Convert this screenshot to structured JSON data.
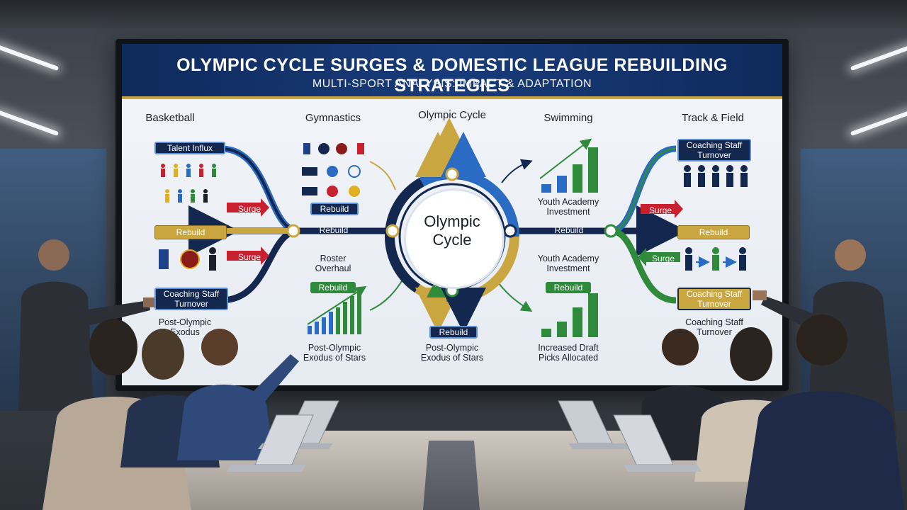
{
  "presentation": {
    "title": "OLYMPIC CYCLE SURGES & DOMESTIC LEAGUE REBUILDING STRATEGIES",
    "subtitle": "MULTI-SPORT ANALYSIS: IMPACT & ADAPTATION",
    "columns": {
      "basketball": "Basketball",
      "gymnastics": "Gymnastics",
      "olympic_cycle": "Olympic Cycle",
      "swimming": "Swimming",
      "track_field": "Track & Field"
    },
    "center_label": "Olympic\nCycle",
    "basketball": {
      "talent_influx": "Talent Influx",
      "surge": "Surge",
      "rebuild": "Rebuild",
      "coaching_turnover": "Coaching Staff\nTurnover",
      "post_olympic": "Post-Olympic\nExodus"
    },
    "gymnastics": {
      "rebuild_top": "Rebuild",
      "rebuild_mid": "Rebuild",
      "roster_overhaul": "Roster\nOverhaul",
      "rebuild_low": "Rebuild",
      "post_olympic": "Post-Olympic\nExodus of Stars"
    },
    "center": {
      "rebuild": "Rebuild",
      "post_olympic": "Post-Olympic\nExodus of Stars"
    },
    "swimming": {
      "youth_academy_top": "Youth Academy\nInvestment",
      "rebuild_mid": "Rebuild",
      "youth_academy_mid": "Youth Academy\nInvestment",
      "rebuild_low": "Rebuild",
      "draft_picks": "Increased Draft\nPicks Allocated"
    },
    "track_field": {
      "coaching_top": "Coaching Staff\nTurnover",
      "surge_top": "Surge",
      "rebuild": "Rebuild",
      "surge_mid": "Surge",
      "coaching_mid": "Coaching Staff\nTurnover",
      "coaching_low": "Coaching Staff\nTurnover"
    },
    "colors": {
      "navy": "#13274f",
      "gold": "#c9a640",
      "green": "#2f8a3c",
      "surge_red": "#c8202f",
      "blue": "#2a6bc4"
    }
  }
}
